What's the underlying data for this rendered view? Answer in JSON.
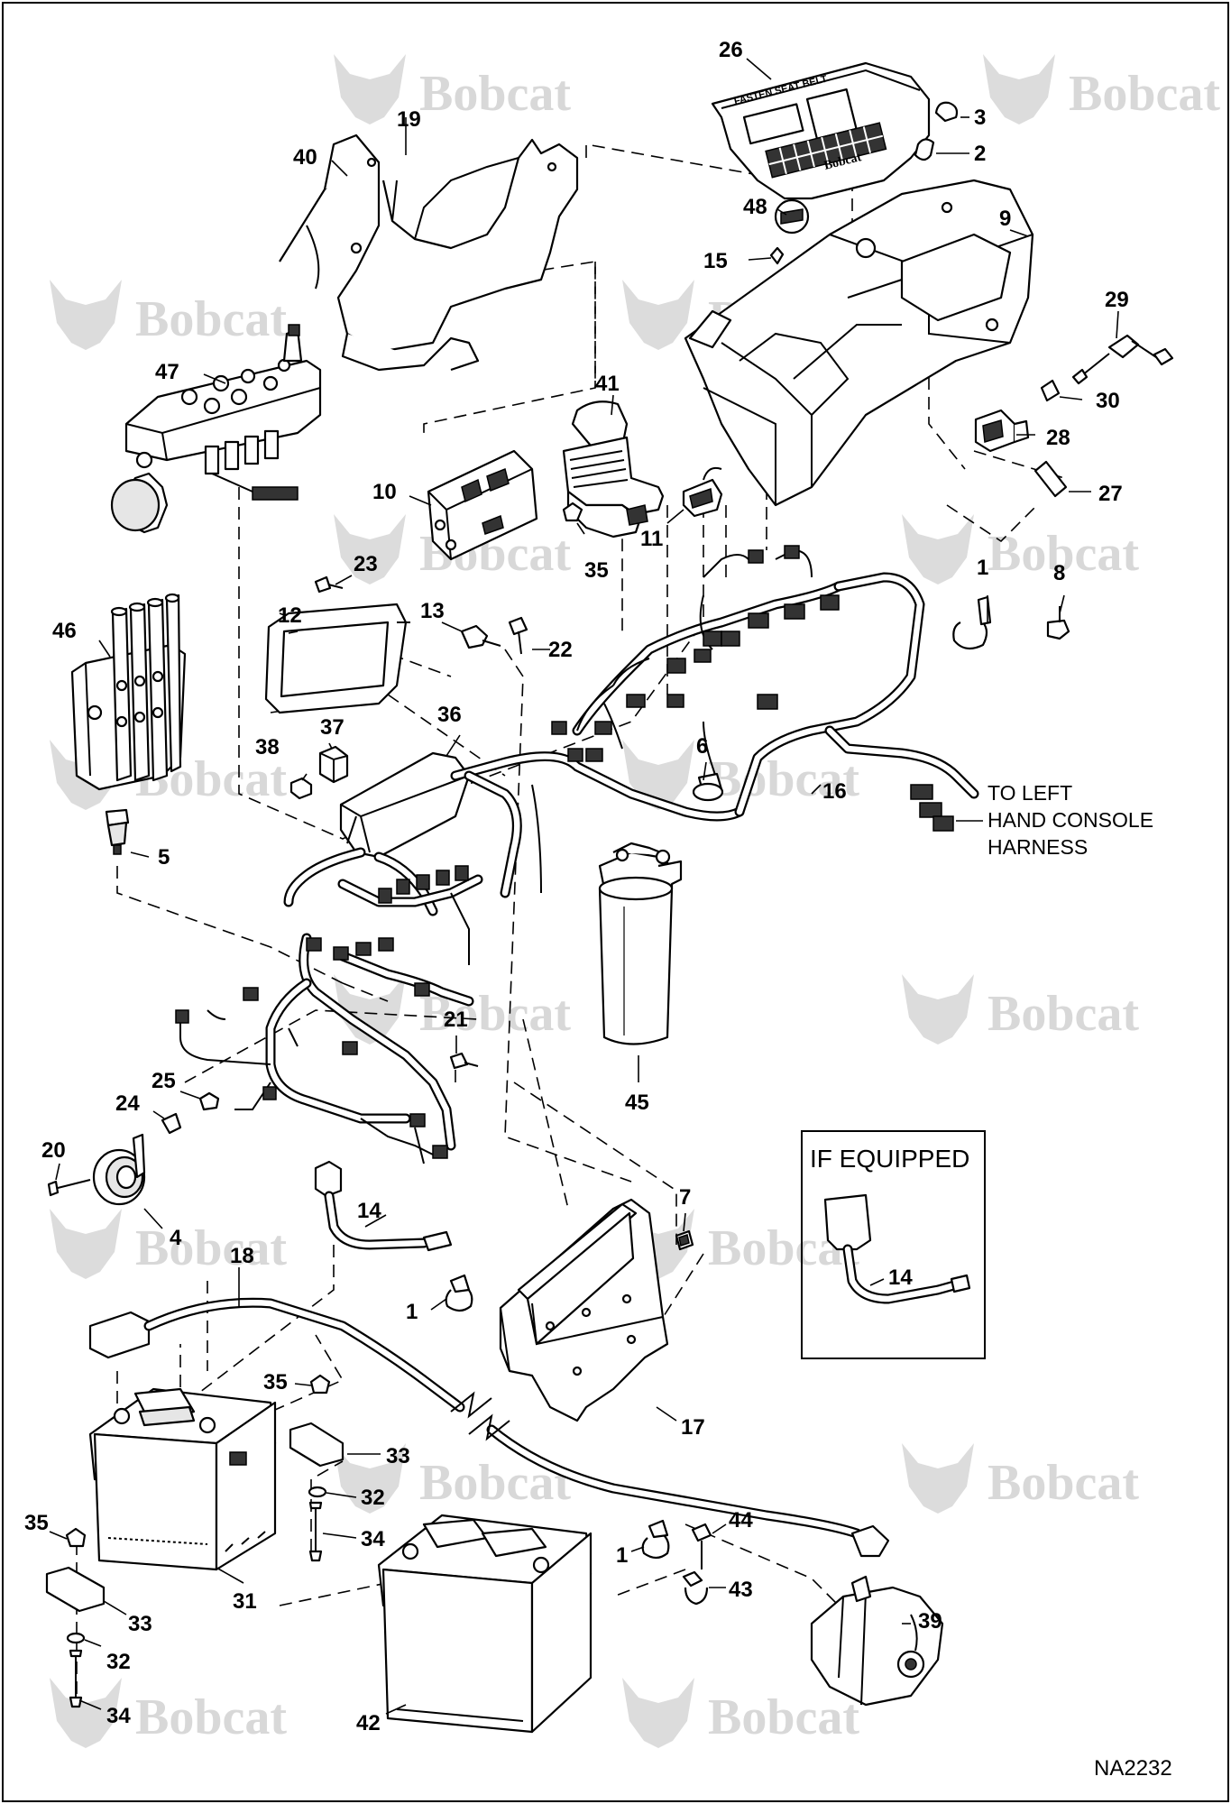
{
  "watermark": {
    "text": "Bobcat"
  },
  "drawing_number": "NA2232",
  "note": {
    "line1": "TO LEFT",
    "line2": "HAND CONSOLE",
    "line3": "HARNESS"
  },
  "inset": {
    "title": "IF EQUIPPED",
    "callout": "14"
  },
  "console_panel_text": "FASTEN SEAT BELT",
  "console_brand_text": "Bobcat",
  "callouts": {
    "c1a": "1",
    "c1b": "1",
    "c1c": "1",
    "c2": "2",
    "c3": "3",
    "c4": "4",
    "c5": "5",
    "c6": "6",
    "c7": "7",
    "c8": "8",
    "c9": "9",
    "c10": "10",
    "c11": "11",
    "c12": "12",
    "c13": "13",
    "c14": "14",
    "c15": "15",
    "c16": "16",
    "c17": "17",
    "c18": "18",
    "c19": "19",
    "c20": "20",
    "c21": "21",
    "c22": "22",
    "c23": "23",
    "c24": "24",
    "c25": "25",
    "c26": "26",
    "c27": "27",
    "c28": "28",
    "c29": "29",
    "c30": "30",
    "c31": "31",
    "c32a": "32",
    "c32b": "32",
    "c33a": "33",
    "c33b": "33",
    "c34a": "34",
    "c34b": "34",
    "c35a": "35",
    "c35b": "35",
    "c35c": "35",
    "c36": "36",
    "c37": "37",
    "c38": "38",
    "c39": "39",
    "c40": "40",
    "c41": "41",
    "c42": "42",
    "c43": "43",
    "c44": "44",
    "c45": "45",
    "c46": "46",
    "c47": "47",
    "c48": "48"
  }
}
